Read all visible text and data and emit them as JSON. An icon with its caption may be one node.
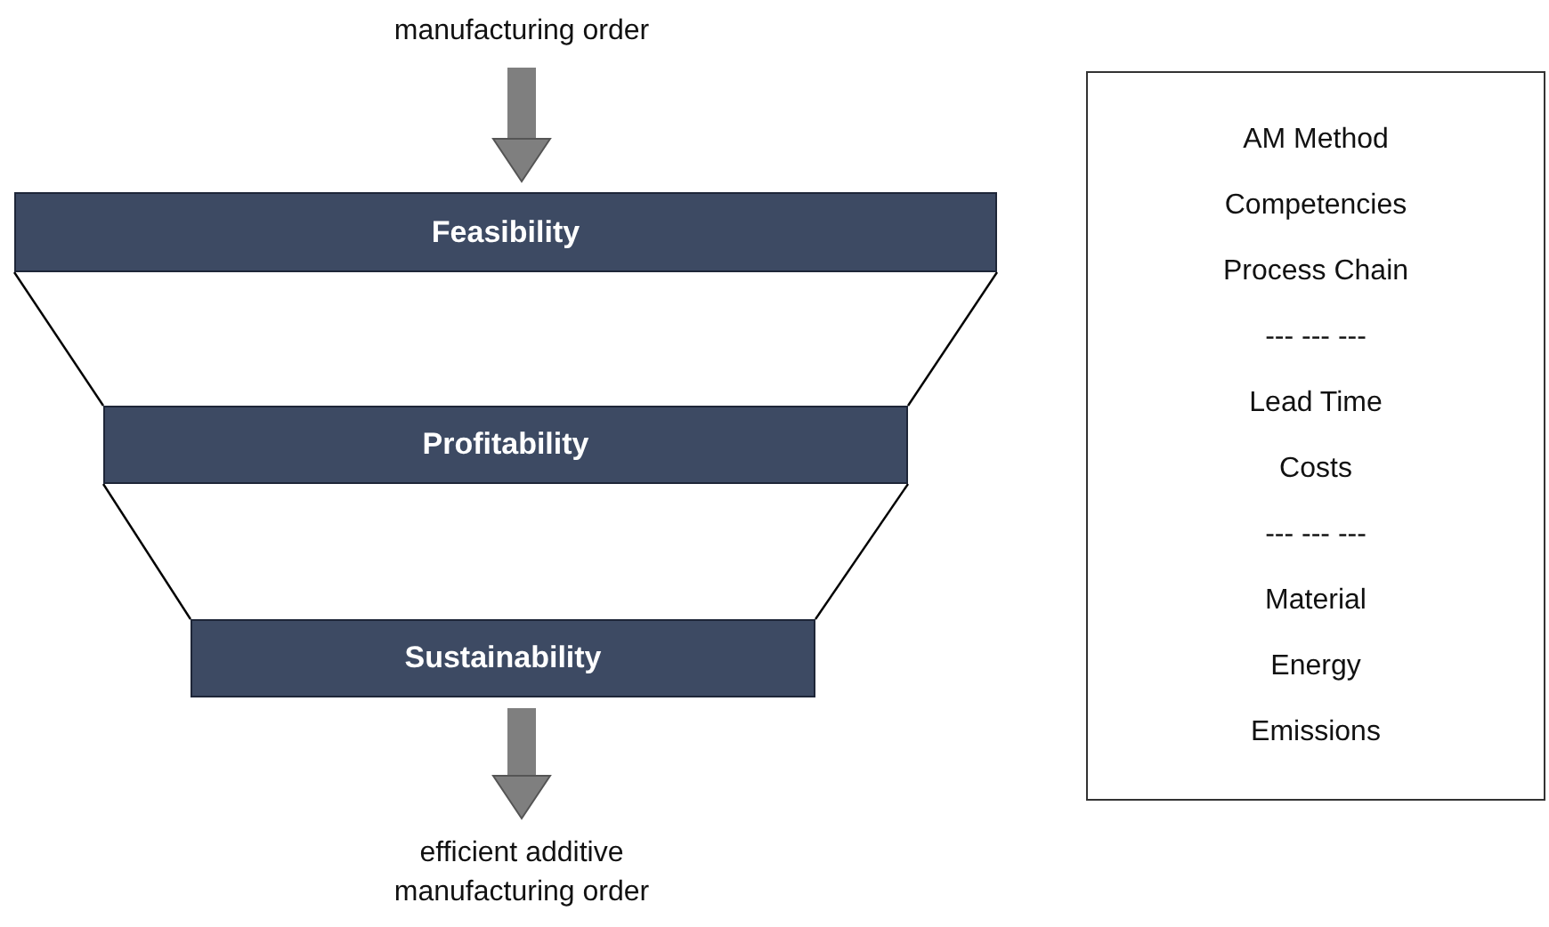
{
  "diagram": {
    "nodes": [
      {
        "text": [
          "manufacturing order"
        ]
      },
      {
        "text": [
          "Feasibility"
        ]
      },
      {
        "text": [
          "Profitability"
        ]
      },
      {
        "text": [
          "Sustainability"
        ]
      },
      {
        "text": [
          "efficient additive manufacturing order"
        ]
      },
      {
        "text": [
          "AM Method",
          "Competencies",
          "Process Chain",
          "--- --- ---",
          "Lead Time",
          "Costs",
          "--- --- ---",
          "Material",
          "Energy",
          "Emissions"
        ]
      }
    ],
    "edges": [
      {
        "from": 0,
        "to": 1,
        "arrow": "to",
        "style": "thick",
        "color": "#7f7f7f"
      },
      {
        "from": 1,
        "to": 2,
        "arrow": "none"
      },
      {
        "from": 1,
        "to": 2,
        "arrow": "none"
      },
      {
        "from": 2,
        "to": 3,
        "arrow": "none"
      },
      {
        "from": 2,
        "to": 3,
        "arrow": "none"
      },
      {
        "from": 3,
        "to": 4,
        "arrow": "to",
        "style": "thick",
        "color": "#7f7f7f"
      }
    ]
  }
}
